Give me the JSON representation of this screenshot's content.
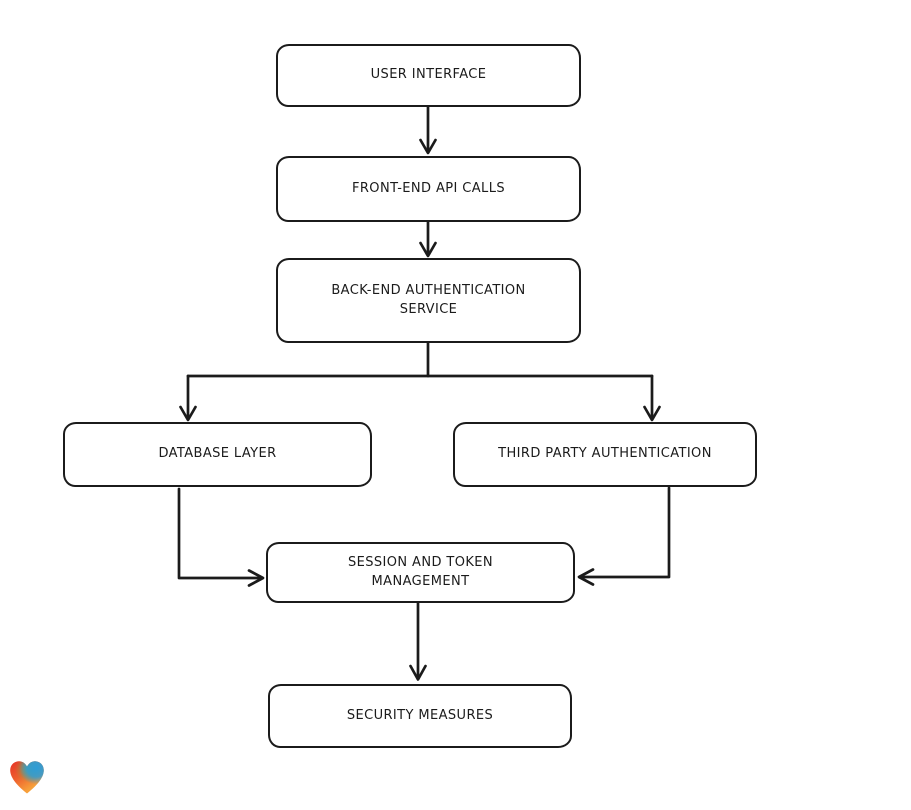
{
  "page": {
    "background_color": "#ffffff"
  },
  "diagram": {
    "type": "flowchart",
    "style": "hand-drawn",
    "stroke_color": "#1b1b1b",
    "node_fill_color": "#ffffff",
    "nodes": [
      {
        "id": "user-interface",
        "label": "USER INTERFACE"
      },
      {
        "id": "front-end-api-calls",
        "label": "FRONT-END API CALLS"
      },
      {
        "id": "back-end-authentication-service",
        "label": "BACK-END AUTHENTICATION SERVICE"
      },
      {
        "id": "database-layer",
        "label": "DATABASE LAYER"
      },
      {
        "id": "third-party-authentication",
        "label": "THIRD PARTY AUTHENTICATION"
      },
      {
        "id": "session-and-token-management",
        "label": "SESSION AND TOKEN MANAGEMENT"
      },
      {
        "id": "security-measures",
        "label": "SECURITY MEASURES"
      }
    ],
    "edges": [
      {
        "from": "user-interface",
        "to": "front-end-api-calls"
      },
      {
        "from": "front-end-api-calls",
        "to": "back-end-authentication-service"
      },
      {
        "from": "back-end-authentication-service",
        "to": "database-layer"
      },
      {
        "from": "back-end-authentication-service",
        "to": "third-party-authentication"
      },
      {
        "from": "database-layer",
        "to": "session-and-token-management"
      },
      {
        "from": "third-party-authentication",
        "to": "session-and-token-management"
      },
      {
        "from": "session-and-token-management",
        "to": "security-measures"
      }
    ]
  },
  "branding": {
    "logo": "gradient-heart-icon",
    "logo_colors": [
      "#e63327",
      "#7aa94d",
      "#2d9dd7",
      "#f7a03a"
    ]
  }
}
